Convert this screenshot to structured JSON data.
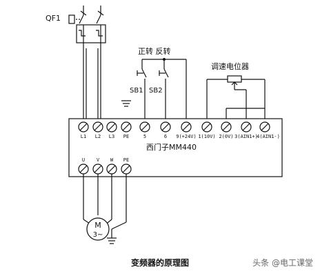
{
  "breaker": {
    "label": "QF1"
  },
  "switches": {
    "group_label": "正转  反转",
    "sb1": "SB1",
    "sb2": "SB2"
  },
  "potentiometer": {
    "label": "调速电位器"
  },
  "vfd": {
    "model": "西门子MM440",
    "terminals": [
      "L1",
      "L2",
      "L3",
      "PE",
      "5",
      "6",
      "9(+24V)",
      "1(10V)",
      "2(0V)",
      "3(AIN1+)",
      "4(AIN1-)"
    ]
  },
  "output": {
    "terminals": [
      "U",
      "V",
      "W",
      "PE"
    ]
  },
  "motor": {
    "line1": "M",
    "line2": "3~"
  },
  "caption": "变频器的原理图",
  "watermark": "头条 @电工课堂"
}
